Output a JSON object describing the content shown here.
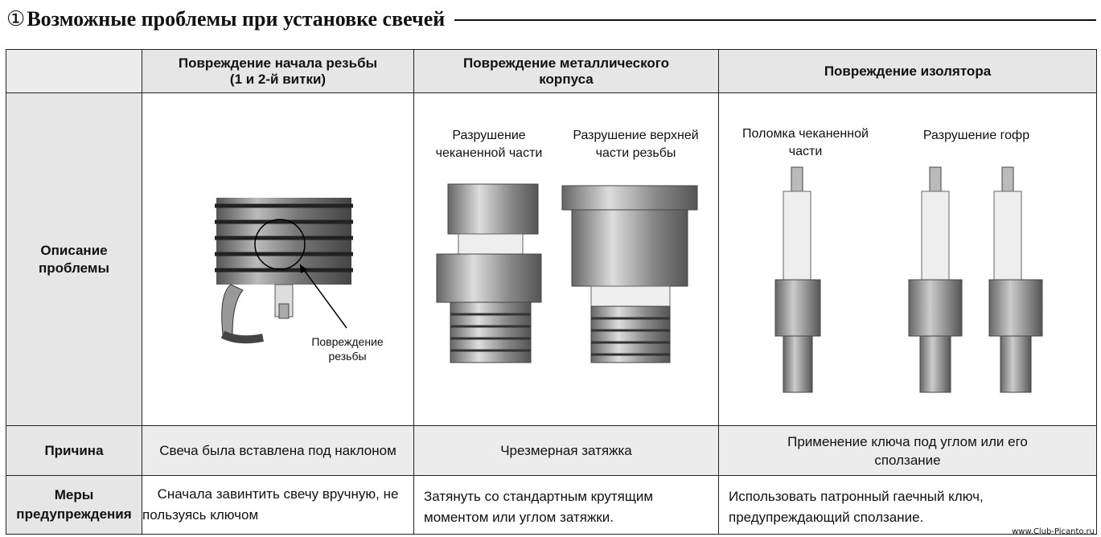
{
  "heading": {
    "number": "①",
    "title": "Возможные проблемы при установке свечей"
  },
  "columns": [
    {
      "title": "Повреждение начала резьбы (1 и 2-й витки)"
    },
    {
      "title": "Повреждение металлического корпуса"
    },
    {
      "title": "Повреждение изолятора"
    }
  ],
  "rows": {
    "description": "Описание проблемы",
    "cause": "Причина",
    "measures": "Меры предупреждения"
  },
  "images": {
    "col1_callout": "Повреждение резьбы",
    "col2_caption_left": "Разрушение чеканенной части",
    "col2_caption_right": "Разрушение верхней части резьбы",
    "col3_caption_left": "Поломка чеканенной части",
    "col3_caption_right": "Разрушение гофр"
  },
  "causes": [
    "Свеча была вставлена под наклоном",
    "Чрезмерная затяжка",
    "Применение ключа под углом или его сползание"
  ],
  "measures": [
    "Сначала завинтить свечу вручную, не пользуясь ключом",
    "Затянуть со стандартным крутящим моментом или углом затяжки.",
    "Использовать патронный гаечный ключ, предупреждающий сползание."
  ],
  "watermark": "www.Club-Picanto.ru"
}
